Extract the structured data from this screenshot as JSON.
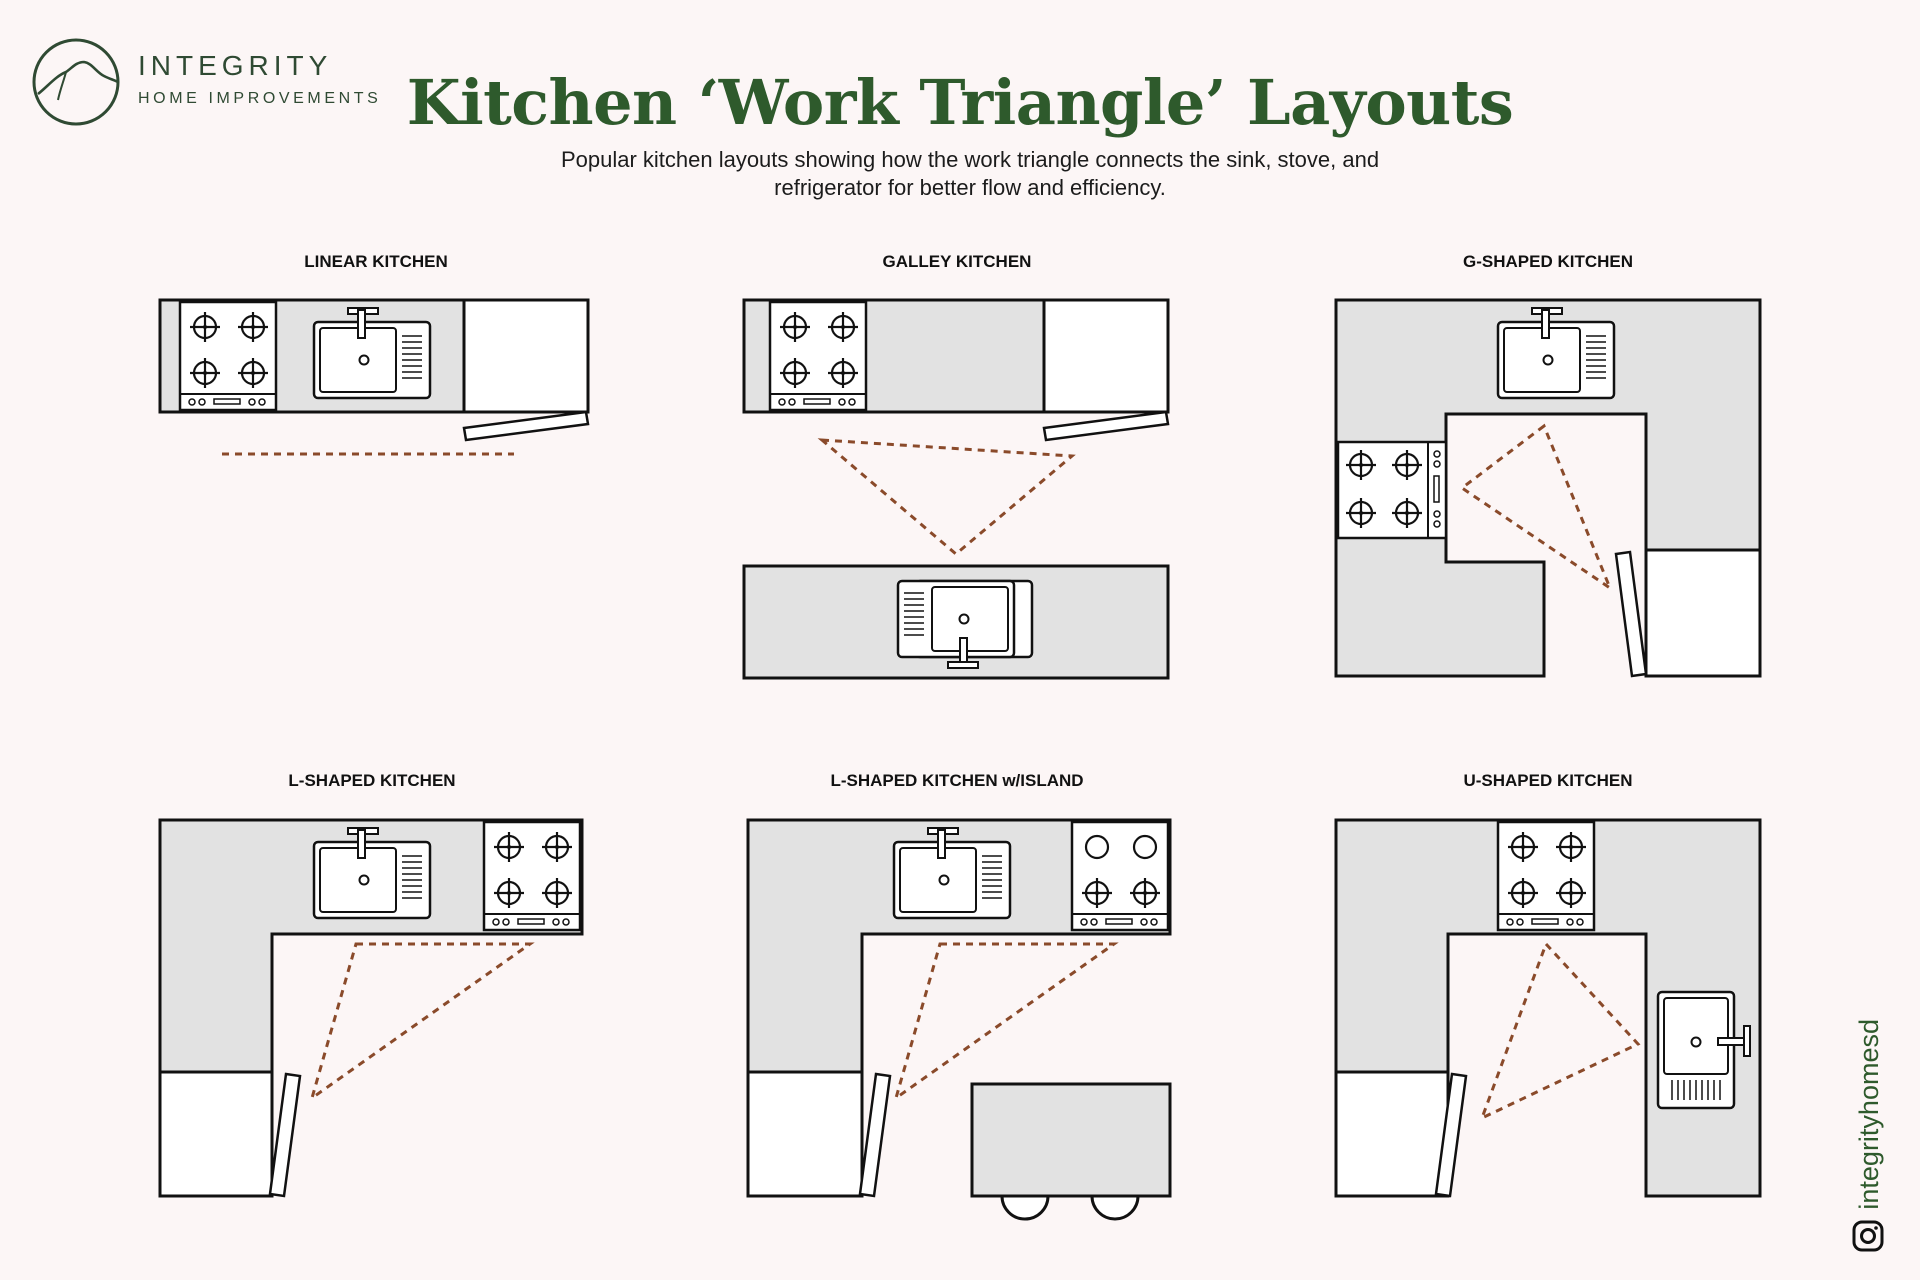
{
  "brand": {
    "name": "INTEGRITY",
    "sub": "HOME IMPROVEMENTS"
  },
  "title": "Kitchen ‘Work Triangle’ Layouts",
  "subtitle": "Popular kitchen layouts showing how the work triangle connects the sink, stove, and refrigerator for better flow and efficiency.",
  "panels": [
    {
      "title": "LINEAR KITCHEN"
    },
    {
      "title": "GALLEY KITCHEN"
    },
    {
      "title": "G-SHAPED KITCHEN"
    },
    {
      "title": "L-SHAPED KITCHEN"
    },
    {
      "title": "L-SHAPED KITCHEN w/ISLAND"
    },
    {
      "title": "U-SHAPED KITCHEN"
    }
  ],
  "social": {
    "handle": "integrityhomesd",
    "icon": "instagram-icon"
  },
  "colors": {
    "title": "#2e5a2c",
    "counter": "#e2e2e2",
    "triangle": "#8a4a2a",
    "background": "#fcf6f6"
  }
}
